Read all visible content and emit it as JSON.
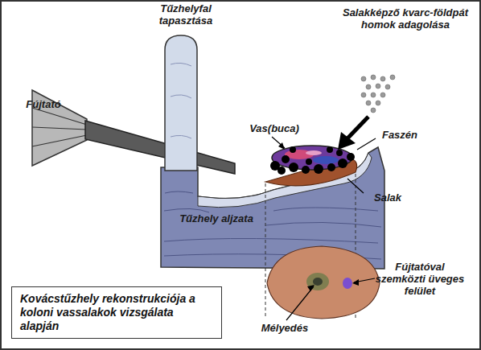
{
  "diagram": {
    "caption": "Kovácstűzhely rekonstrukciója a koloni vassalakok vizsgálata alapján",
    "labels": [
      "Tűzhelyfal tapasztása",
      "Salakképző kvarc-földpát homok adagolása",
      "Fújtató",
      "Vas(buca)",
      "Faszén",
      "Tűzhely aljzata",
      "Salak",
      "Fújtatóval szemközti üveges felület",
      "Mélyedés"
    ]
  }
}
